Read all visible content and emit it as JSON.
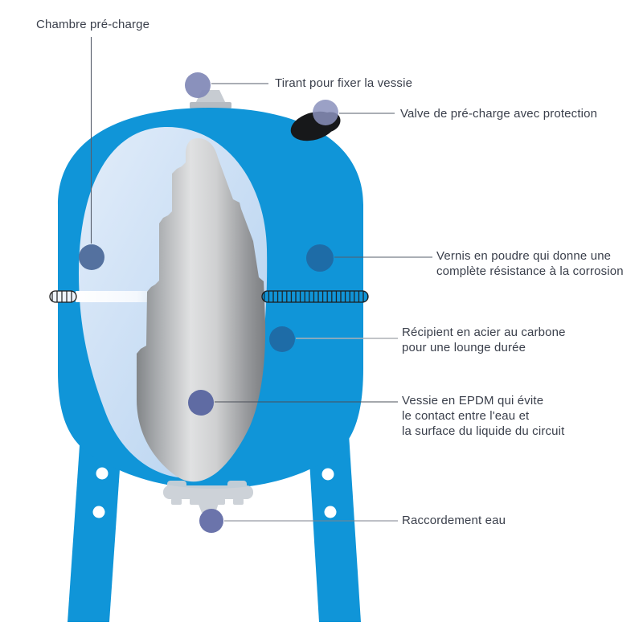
{
  "labels": {
    "chambre_precharge": {
      "text": "Chambre pré-charge"
    },
    "tirant": {
      "text": "Tirant pour fixer la vessie"
    },
    "valve": {
      "text": "Valve de pré-charge avec protection"
    },
    "vernis": {
      "line1": "Vernis en poudre qui donne une",
      "line2": "complète résistance à la corrosion"
    },
    "recipient": {
      "line1": "Récipient en acier au carbone",
      "line2": "pour une lounge durée"
    },
    "vessie": {
      "line1": "Vessie en EPDM qui évite",
      "line2": "le contact entre l'eau et",
      "line3": "la surface du liquide du circuit"
    },
    "raccordement": {
      "text": "Raccordement eau"
    }
  },
  "colors": {
    "tank_blue": "#1095d8",
    "chamber_light_blue": "#cfe0f5",
    "bladder_grey_light": "#e0e1e2",
    "bladder_grey_dark": "#85878a",
    "valve_black": "#17181a",
    "fitting_grey": "#c7ccd2",
    "seam_outline": "#1c1c1c",
    "label_text": "#3a3f4b",
    "leader_line": "#565d6b"
  },
  "markers": {
    "tirant": {
      "color": "#8088b6"
    },
    "valve": {
      "color": "#8a90bc"
    },
    "chambre": {
      "color": "#54719f"
    },
    "vernis": {
      "color": "#2069a4"
    },
    "recipient": {
      "color": "#2069a4"
    },
    "vessie": {
      "color": "#5f6ba3"
    },
    "raccordement": {
      "color": "#6b74ab"
    }
  }
}
